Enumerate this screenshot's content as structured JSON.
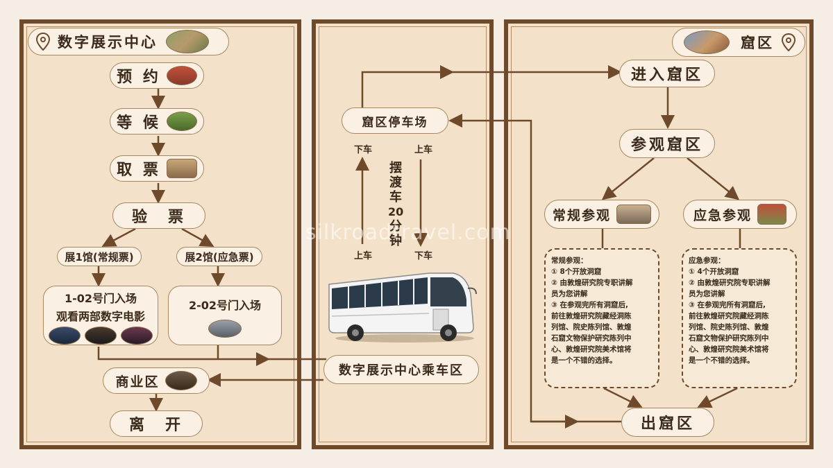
{
  "colors": {
    "frame": "#6e4a2a",
    "panel_bg": "#f3e2c9",
    "pill_bg": "#faf1e4",
    "arrow": "#6e4a2a",
    "text": "#3a2a1c"
  },
  "watermark": "silkroadtravel.com",
  "left": {
    "header": "数字展示中心",
    "steps": [
      "预 约",
      "等 候",
      "取 票",
      "验　票"
    ],
    "hall1": "展1馆(常规票)",
    "hall2": "展2馆(应急票)",
    "hall1_card_line1": "1-02号门入场",
    "hall1_card_line2": "观看两部数字电影",
    "hall2_card": "2-02号门入场",
    "business": "商业区",
    "leave": "离　开"
  },
  "middle": {
    "parking": "窟区停车场",
    "alight_top": "下车",
    "board_top": "上车",
    "shuttle_chars": [
      "摆",
      "渡",
      "车",
      "20",
      "分",
      "钟"
    ],
    "board_bottom": "上车",
    "alight_bottom": "下车",
    "station": "数字展示中心乘车区"
  },
  "right": {
    "header": "窟区",
    "enter": "进入窟区",
    "visit": "参观窟区",
    "regular": "常规参观",
    "emergency": "应急参观",
    "regular_details": [
      "常规参观：",
      "① 8个开放洞窟",
      "② 由敦煌研究院专职讲解",
      "员为您讲解",
      "③ 在参观完所有洞窟后,",
      "前往敦煌研究院藏经洞陈",
      "列馆、院史陈列馆、敦煌",
      "石窟文物保护研究陈列中",
      "心、敦煌研究院美术馆将",
      "是一个不错的选择。"
    ],
    "emergency_details": [
      "应急参观：",
      "① 4个开放洞窟",
      "② 由敦煌研究院专职讲解",
      "员为您讲解",
      "③ 在参观完所有洞窟后,",
      "前往敦煌研究院藏经洞陈",
      "列馆、院史陈列馆、敦煌",
      "石窟文物保护研究陈列中",
      "心、敦煌研究院美术馆将",
      "是一个不错的选择。"
    ],
    "exit": "出窟区"
  }
}
